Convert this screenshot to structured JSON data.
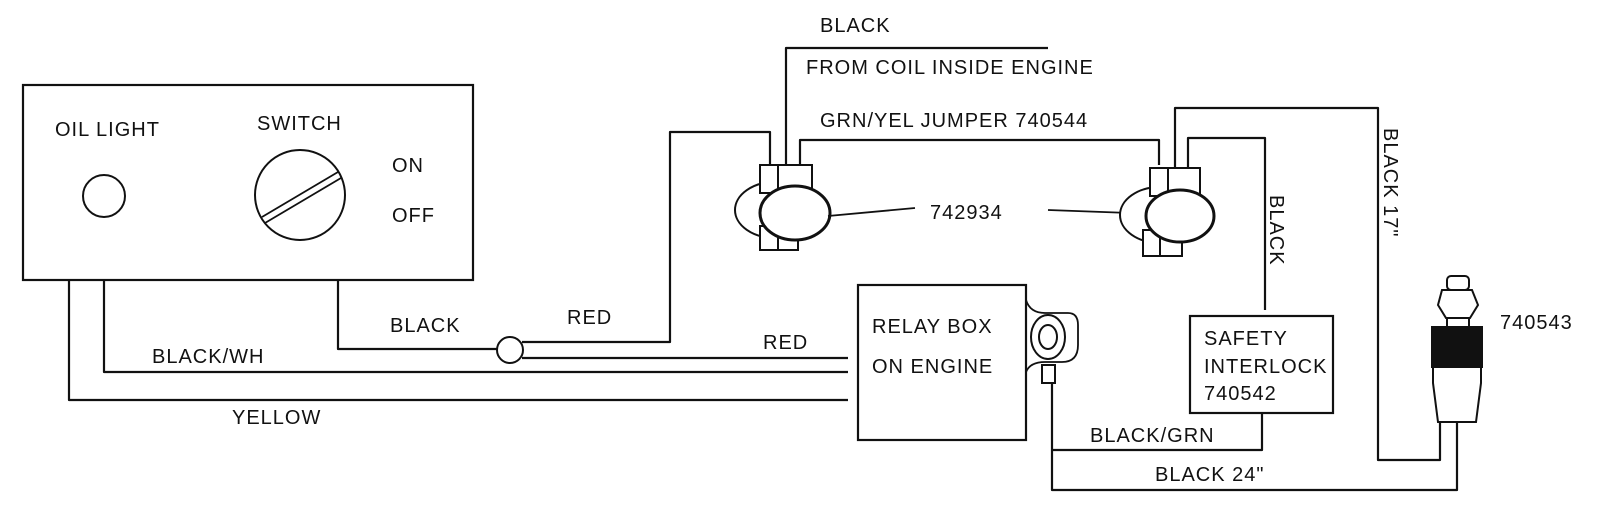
{
  "diagram": {
    "switch_panel": {
      "oil_light_label": "OIL LIGHT",
      "switch_label": "SWITCH",
      "on_label": "ON",
      "off_label": "OFF"
    },
    "relay_box": {
      "line1": "RELAY BOX",
      "line2": "ON ENGINE"
    },
    "safety_interlock": {
      "line1": "SAFETY",
      "line2": "INTERLOCK",
      "line3": "740542"
    },
    "parts": {
      "connector_part_number": "742934",
      "spark_plug_part_number": "740543"
    },
    "wire_labels": {
      "black_top": "BLACK",
      "from_coil": "FROM COIL INSIDE ENGINE",
      "jumper": "GRN/YEL JUMPER 740544",
      "black_switch": "BLACK",
      "red_upper": "RED",
      "red_lower": "RED",
      "black_wh": "BLACK/WH",
      "yellow": "YELLOW",
      "black_vertical": "BLACK",
      "black_17": "BLACK 17\"",
      "black_grn": "BLACK/GRN",
      "black_24": "BLACK 24\""
    }
  }
}
